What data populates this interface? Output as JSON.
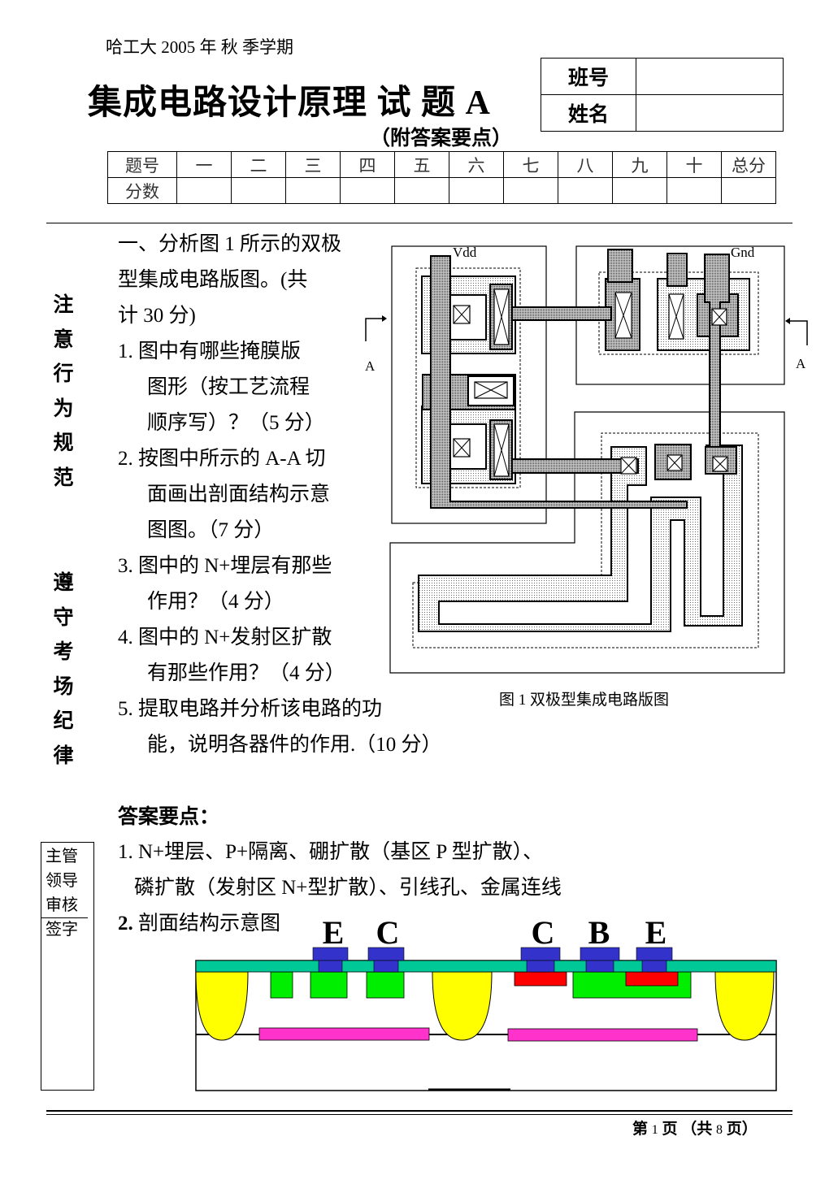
{
  "header": {
    "school_term": "哈工大 2005 年 秋 季学期",
    "title": "集成电路设计原理  试  题 A",
    "subtitle": "（附答案要点）",
    "id_table": {
      "class_label": "班号",
      "name_label": "姓名",
      "class_value": "",
      "name_value": ""
    },
    "score_table": {
      "header": [
        "题号",
        "一",
        "二",
        "三",
        "四",
        "五",
        "六",
        "七",
        "八",
        "九",
        "十",
        "总分"
      ],
      "row_label": "分数"
    }
  },
  "sidebar": {
    "notice1": "注意行为规范",
    "notice2": "遵守考场纪律",
    "sign_box": "主管领导审核签字"
  },
  "question": {
    "lines": [
      "一、分析图 1 所示的双极",
      "型集成电路版图。(共",
      "计 30 分)",
      "1.  图中有哪些掩膜版",
      "图形（按工艺流程",
      "顺序写）？（5 分）",
      "2.  按图中所示的 A-A 切",
      "面画出剖面结构示意",
      "图图。（7 分）",
      "3.  图中的 N+埋层有那些",
      "作用？（4 分）",
      "4.  图中的 N+发射区扩散",
      "有那些作用？（4 分）",
      "5.  提取电路并分析该电路的功",
      "能，说明各器件的作用.（10 分）"
    ]
  },
  "figure": {
    "vdd_label": "Vdd",
    "gnd_label": "Gnd",
    "cut_left": "A",
    "cut_right": "A",
    "caption": "图 1 双极型集成电路版图"
  },
  "answer": {
    "heading": "答案要点：",
    "line1": "1. N+埋层、P+隔离、硼扩散（基区 P 型扩散）、",
    "line2": "磷扩散（发射区 N+型扩散）、引线孔、金属连线",
    "line3_num": "2.",
    "line3": "剖面结构示意图",
    "cross_section_labels": [
      "E",
      "C",
      "C",
      "B",
      "E"
    ],
    "colors": {
      "oxide": "#00c896",
      "metal": "#3333cc",
      "p_diff": "#00ee00",
      "n_plus": "#ff0000",
      "isolation": "#ffff00",
      "buried": "#ff33cc"
    }
  },
  "footer": {
    "page_prefix": "第",
    "page": "1",
    "page_mid": "页  （共",
    "total": "8",
    "page_suffix": "页）"
  }
}
